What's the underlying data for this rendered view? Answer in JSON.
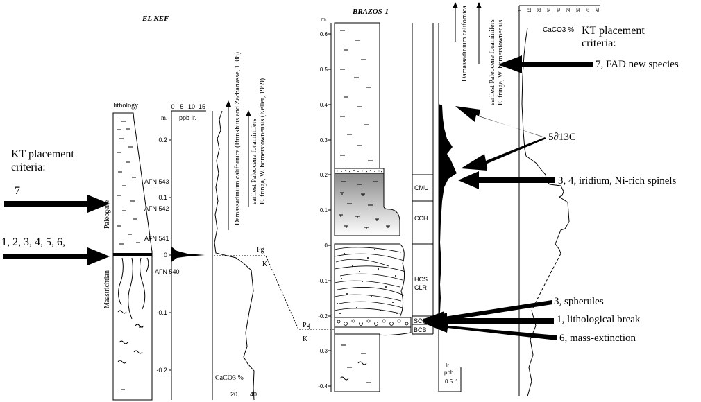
{
  "elkef": {
    "title": "EL KEF",
    "lithology_label": "lithology",
    "scale_unit": "m.",
    "depth_ticks": [
      "0.2",
      "0.1",
      "0",
      "-0.1",
      "-0.2"
    ],
    "samples": [
      "AFN 543",
      "AFN 542",
      "AFN 541",
      "AFN 540"
    ],
    "ir_axis_ticks": [
      "0",
      "5",
      "10",
      "15"
    ],
    "ir_label": "ppb Ir.",
    "caco3_axis_ticks": [
      "20",
      "40"
    ],
    "caco3_label": "CaCO3 %",
    "paleogene_label": "Paleogene",
    "maastrichtian_label": "Maastrichtian",
    "pg_label": "Pg",
    "k_label": "K",
    "marker1": "Damassadinium californica (Brinkhuis and Zachariasse, 1988)",
    "marker2_line1": "earliest Paleocene foraminifers",
    "marker2_line2": "E. fringa, W. hornerstownensis (Keller, 1989)"
  },
  "brazos": {
    "title": "BRAZOS-1",
    "scale_unit": "m.",
    "depth_ticks": [
      "0.6",
      "0.5",
      "0.4",
      "0.3",
      "0.2",
      "0.1",
      "0",
      "-0.1",
      "-0.2",
      "-0.3",
      "-0.4"
    ],
    "units": [
      "CMU",
      "CCH",
      "HCS",
      "CLR",
      "SCS",
      "BCB"
    ],
    "pg_label": "Pg",
    "k_label": "K",
    "ir_label_line1": "Ir",
    "ir_label_line2": "ppb",
    "ir_ticks": [
      "0.5",
      "1"
    ],
    "marker1": "Damassadinium californica",
    "marker2_line1": "earliest Paleocene foraminifers",
    "marker2_line2": "E. fringa, W. hornerstownensis",
    "caco3_label": "CaCO3 %",
    "caco3_ticks": [
      "0",
      "10",
      "20",
      "30",
      "40",
      "50",
      "60",
      "70",
      "80"
    ]
  },
  "left_criteria": {
    "title_line1": "KT placement",
    "title_line2": "criteria:",
    "item_7": "7",
    "item_list": "1, 2, 3, 4, 5, 6,"
  },
  "right_criteria": {
    "title_line1": "KT placement",
    "title_line2": "criteria:",
    "fad": "7, FAD new species",
    "delta": "5∂13C",
    "iridium": "3, 4, iridium, Ni-rich spinels",
    "spherules": "3, spherules",
    "litho": "1, lithological break",
    "extinction": "6, mass-extinction"
  }
}
